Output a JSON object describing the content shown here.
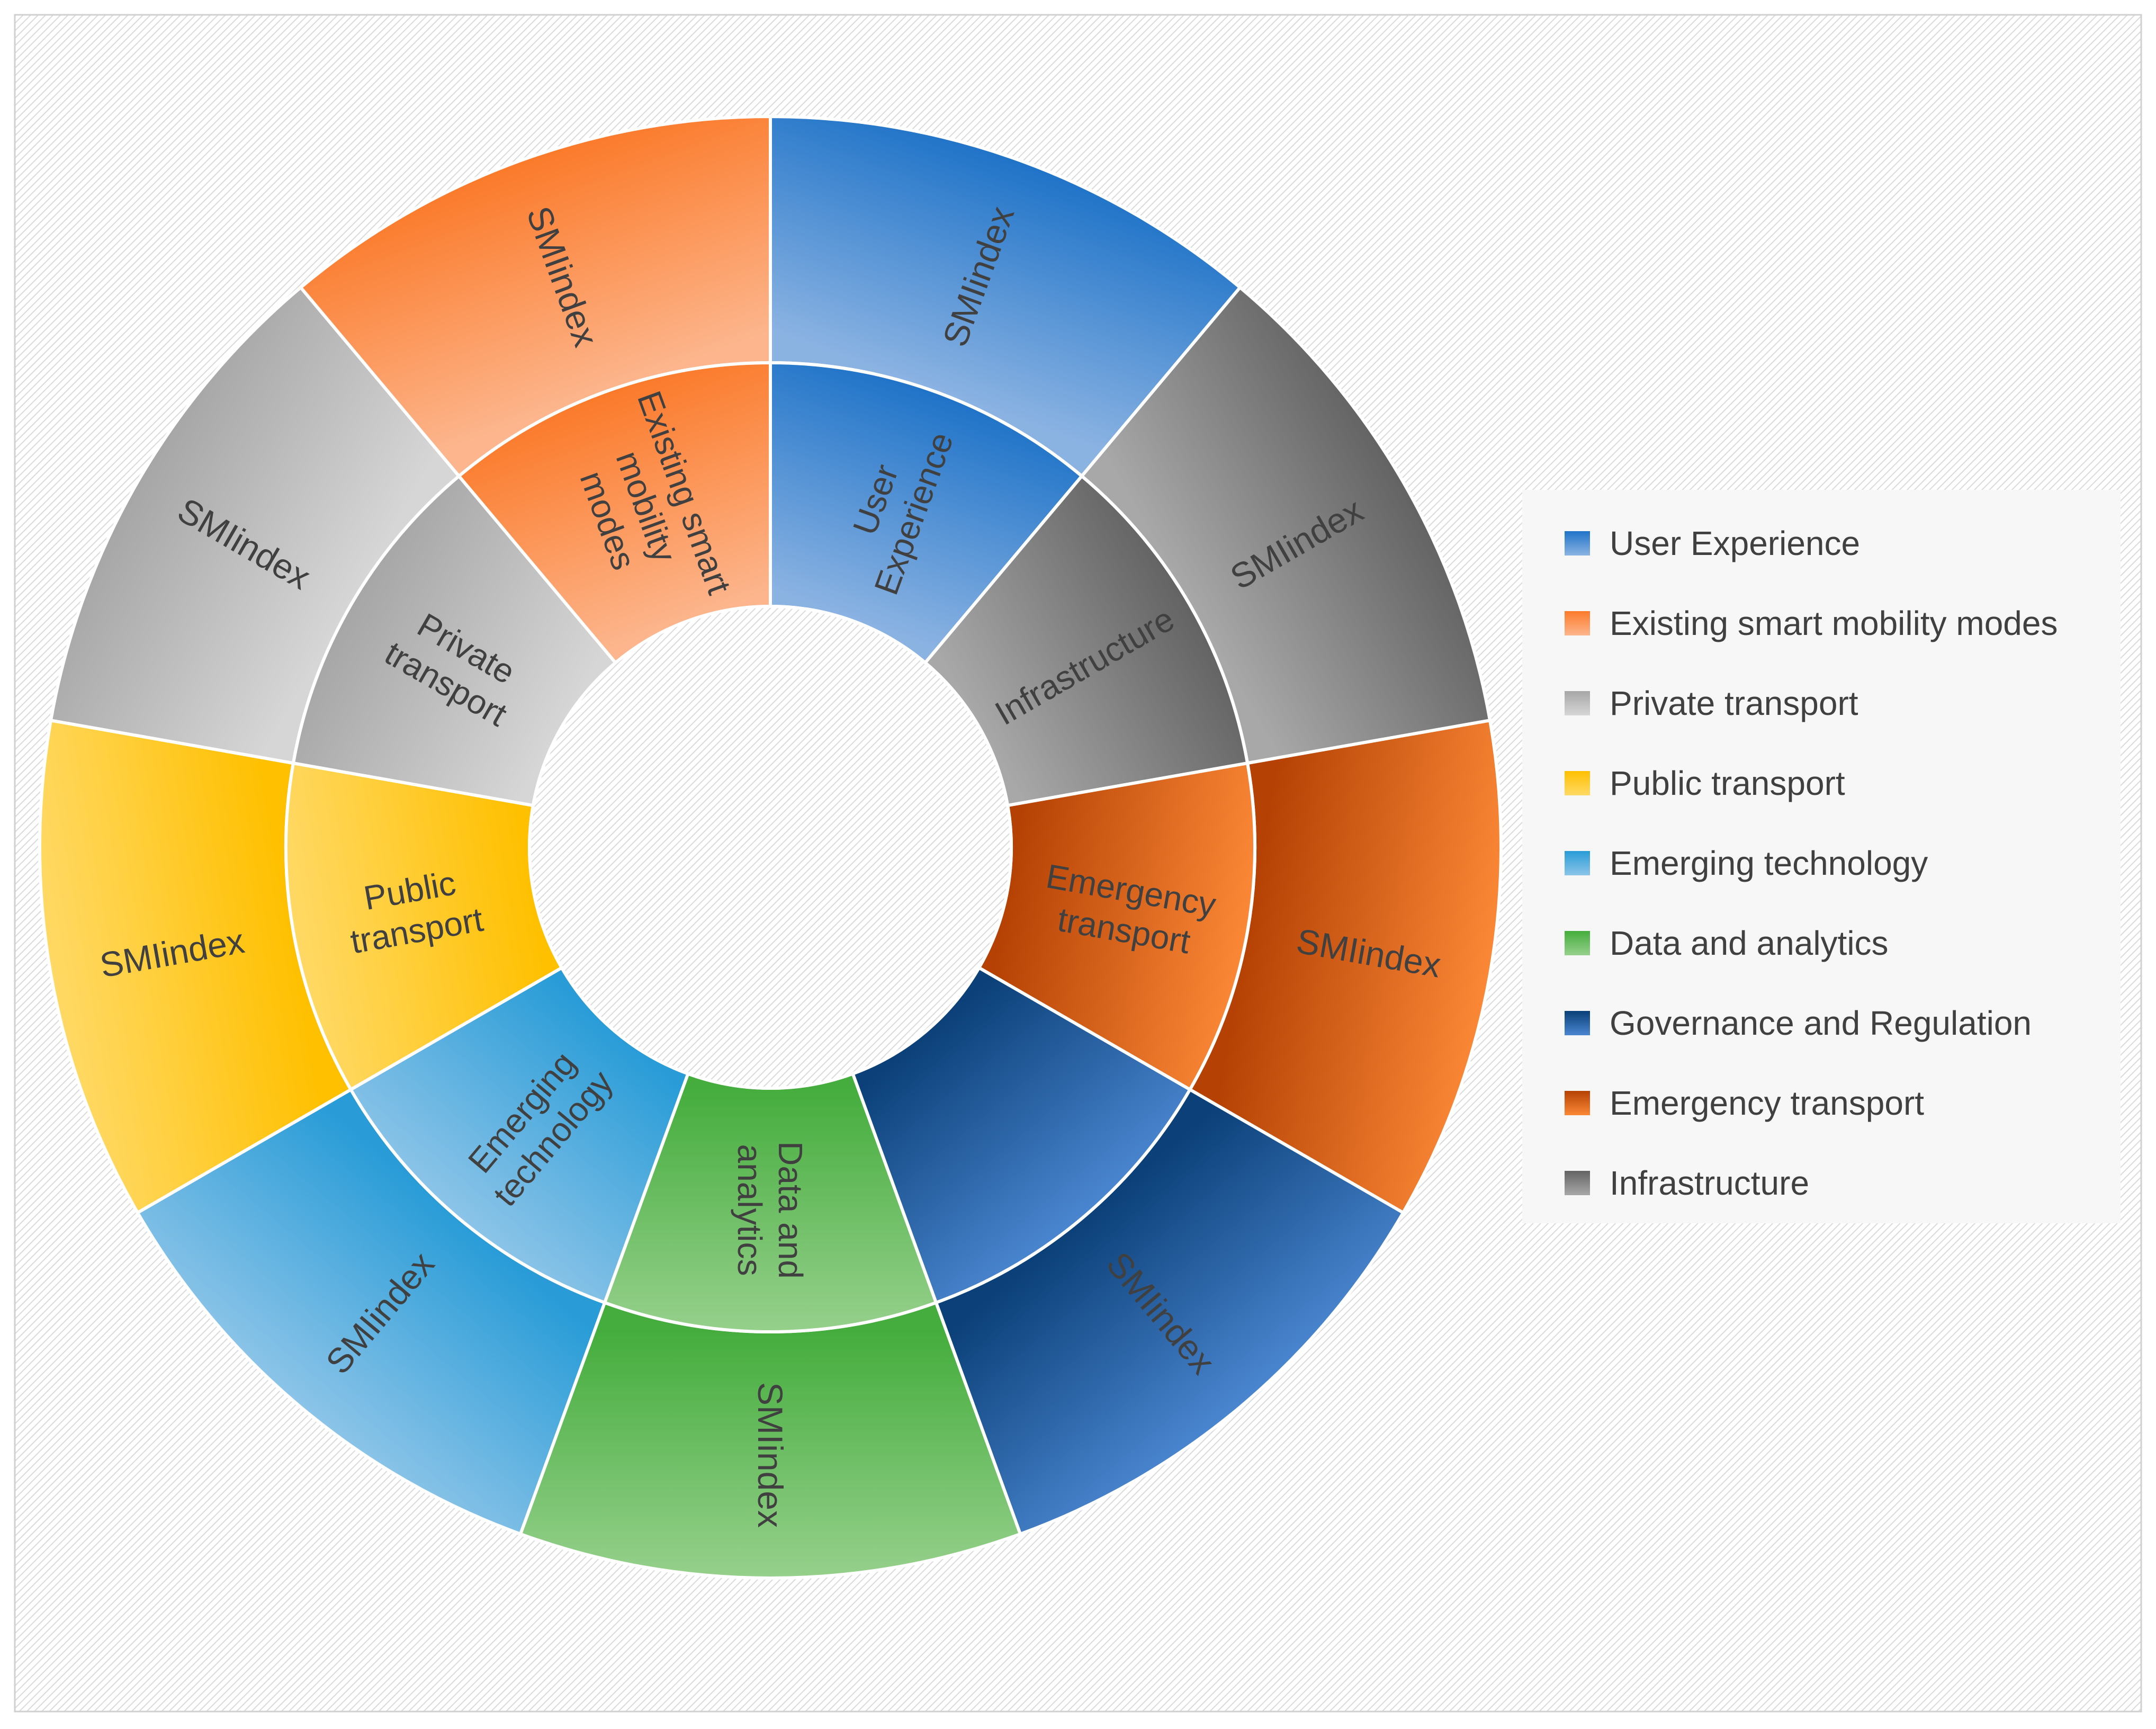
{
  "chart_data": {
    "type": "sunburst",
    "rings": [
      {
        "level": "inner",
        "segments": [
          {
            "label": "User Experience",
            "lines": [
              "User",
              "Experience"
            ],
            "value": 1,
            "color": "user_experience"
          },
          {
            "label": "Infrastructure",
            "lines": [
              "Infrastructure"
            ],
            "value": 1,
            "color": "infrastructure"
          },
          {
            "label": "Emergency transport",
            "lines": [
              "Emergency",
              "transport"
            ],
            "value": 1,
            "color": "emergency_transport"
          },
          {
            "label": "Governance and Regulation",
            "lines": [],
            "value": 1,
            "color": "governance_regulation"
          },
          {
            "label": "Data and analytics",
            "lines": [
              "Data and",
              "analytics"
            ],
            "value": 1,
            "color": "data_analytics"
          },
          {
            "label": "Emerging technology",
            "lines": [
              "Emerging",
              "technology"
            ],
            "value": 1,
            "color": "emerging_technology"
          },
          {
            "label": "Public transport",
            "lines": [
              "Public",
              "transport"
            ],
            "value": 1,
            "color": "public_transport"
          },
          {
            "label": "Private transport",
            "lines": [
              "Private",
              "transport"
            ],
            "value": 1,
            "color": "private_transport"
          },
          {
            "label": "Existing smart mobility modes",
            "lines": [
              "Existing smart",
              "mobility",
              "modes"
            ],
            "value": 1,
            "color": "existing_smart_mobility"
          }
        ]
      },
      {
        "level": "outer",
        "segments": [
          {
            "label": "SMIindex",
            "parent": "User Experience",
            "value": 1
          },
          {
            "label": "SMIindex",
            "parent": "Infrastructure",
            "value": 1
          },
          {
            "label": "SMIindex",
            "parent": "Emergency transport",
            "value": 1
          },
          {
            "label": "SMIindex",
            "parent": "Governance and Regulation",
            "value": 1
          },
          {
            "label": "SMIindex",
            "parent": "Data and analytics",
            "value": 1
          },
          {
            "label": "SMIindex",
            "parent": "Emerging technology",
            "value": 1
          },
          {
            "label": "SMIindex",
            "parent": "Public transport",
            "value": 1
          },
          {
            "label": "SMIindex",
            "parent": "Private transport",
            "value": 1
          },
          {
            "label": "SMIindex",
            "parent": "Existing smart mobility modes",
            "value": 1
          }
        ]
      }
    ],
    "legend": {
      "position": "right",
      "entries": [
        {
          "label": "User Experience",
          "color": "user_experience"
        },
        {
          "label": "Existing smart mobility modes",
          "color": "existing_smart_mobility"
        },
        {
          "label": "Private transport",
          "color": "private_transport"
        },
        {
          "label": "Public transport",
          "color": "public_transport"
        },
        {
          "label": "Emerging technology",
          "color": "emerging_technology"
        },
        {
          "label": "Data and analytics",
          "color": "data_analytics"
        },
        {
          "label": "Governance and Regulation",
          "color": "governance_regulation"
        },
        {
          "label": "Emergency transport",
          "color": "emergency_transport"
        },
        {
          "label": "Infrastructure",
          "color": "infrastructure"
        }
      ]
    },
    "colors": {
      "user_experience": {
        "dark": "#1f73c8",
        "light": "#8bb3e2"
      },
      "existing_smart_mobility": {
        "dark": "#fb7a2a",
        "light": "#fcb58c"
      },
      "private_transport": {
        "dark": "#a6a6a6",
        "light": "#d6d6d6"
      },
      "public_transport": {
        "dark": "#ffc000",
        "light": "#ffd966"
      },
      "emerging_technology": {
        "dark": "#299cd7",
        "light": "#8cc4e8"
      },
      "data_analytics": {
        "dark": "#45ad3d",
        "light": "#96d08c"
      },
      "governance_regulation": {
        "dark": "#0b4078",
        "light": "#4a86d0"
      },
      "emergency_transport": {
        "dark": "#b54204",
        "light": "#fb8836"
      },
      "infrastructure": {
        "dark": "#636363",
        "light": "#a8a8a8"
      }
    },
    "label_color": "#404040",
    "separator_color": "#ffffff",
    "background_color": "#ffffff"
  }
}
